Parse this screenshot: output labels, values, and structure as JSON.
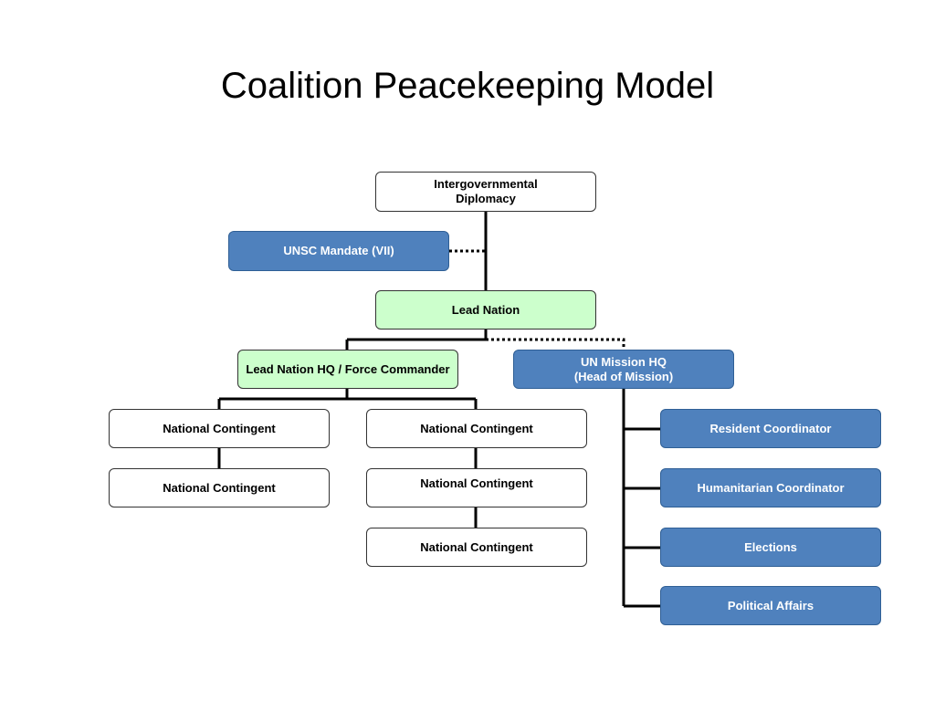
{
  "title": "Coalition Peacekeeping Model",
  "colors": {
    "white_box": "#ffffff",
    "green_box": "#ccffcc",
    "blue_box": "#4f81bd",
    "connector": "#000000"
  },
  "nodes": {
    "intergovernmental": "Intergovernmental\nDiplomacy",
    "unsc_mandate": "UNSC Mandate (VII)",
    "lead_nation": "Lead Nation",
    "lead_nation_hq": "Lead Nation HQ / Force Commander",
    "un_mission_hq": "UN Mission HQ\n(Head of Mission)",
    "contingent_1": "National Contingent",
    "contingent_2": "National Contingent",
    "contingent_3": "National Contingent",
    "contingent_4": "National Contingent",
    "contingent_5": "National Contingent",
    "resident_coordinator": "Resident Coordinator",
    "humanitarian_coordinator": "Humanitarian Coordinator",
    "elections": "Elections",
    "political_affairs": "Political Affairs"
  }
}
